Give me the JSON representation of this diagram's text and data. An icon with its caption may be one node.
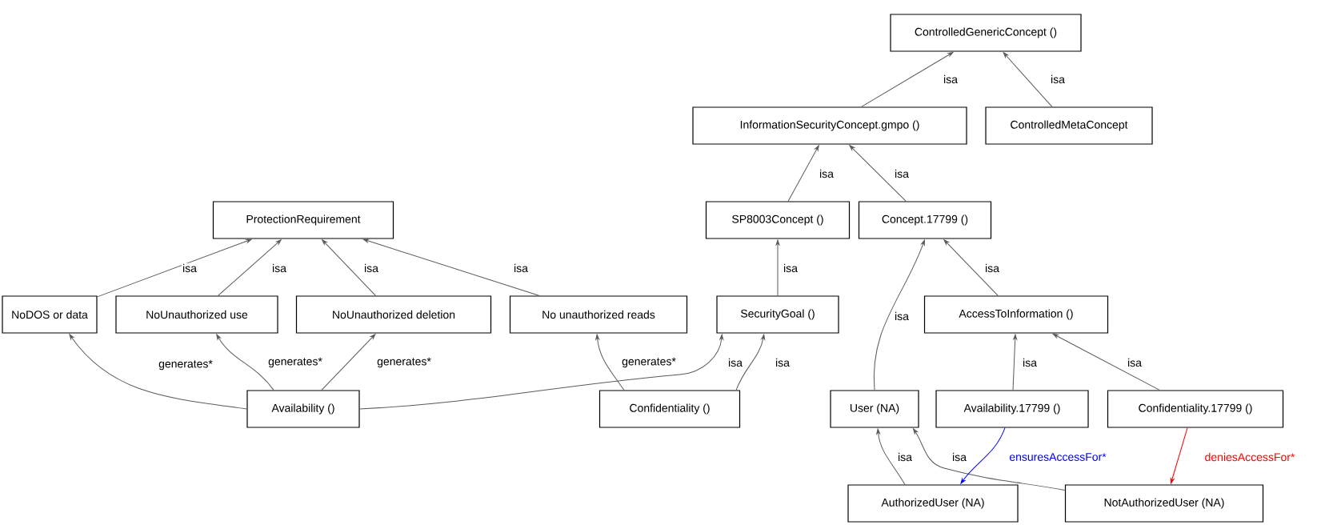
{
  "diagram": {
    "nodes": [
      {
        "text": [
          "ControlledGenericConcept ()"
        ]
      },
      {
        "text": [
          "InformationSecurityConcept.gmpo ()"
        ]
      },
      {
        "text": [
          "ControlledMetaConcept"
        ]
      },
      {
        "text": [
          "ProtectionRequirement"
        ]
      },
      {
        "text": [
          "SP8003Concept ()"
        ]
      },
      {
        "text": [
          "Concept.17799 ()"
        ]
      },
      {
        "text": [
          "NoDOS or data"
        ]
      },
      {
        "text": [
          "NoUnauthorized use"
        ]
      },
      {
        "text": [
          "NoUnauthorized deletion"
        ]
      },
      {
        "text": [
          "No unauthorized reads"
        ]
      },
      {
        "text": [
          "SecurityGoal ()"
        ]
      },
      {
        "text": [
          "AccessToInformation ()"
        ]
      },
      {
        "text": [
          "Availability ()"
        ]
      },
      {
        "text": [
          "Confidentiality ()"
        ]
      },
      {
        "text": [
          "User (NA)"
        ]
      },
      {
        "text": [
          "Availability.17799 ()"
        ]
      },
      {
        "text": [
          "Confidentiality.17799 ()"
        ]
      },
      {
        "text": [
          "AuthorizedUser (NA)"
        ]
      },
      {
        "text": [
          "NotAuthorizedUser (NA)"
        ]
      }
    ],
    "edges": [
      {
        "from": 1,
        "to": 0,
        "arrow": "to",
        "label": "isa"
      },
      {
        "from": 2,
        "to": 0,
        "arrow": "to",
        "label": "isa"
      },
      {
        "from": 4,
        "to": 1,
        "arrow": "to",
        "label": "isa"
      },
      {
        "from": 5,
        "to": 1,
        "arrow": "to",
        "label": "isa"
      },
      {
        "from": 6,
        "to": 3,
        "arrow": "to",
        "label": "isa"
      },
      {
        "from": 7,
        "to": 3,
        "arrow": "to",
        "label": "isa"
      },
      {
        "from": 8,
        "to": 3,
        "arrow": "to",
        "label": "isa"
      },
      {
        "from": 9,
        "to": 3,
        "arrow": "to",
        "label": "isa"
      },
      {
        "from": 10,
        "to": 4,
        "arrow": "to",
        "label": "isa"
      },
      {
        "from": 14,
        "to": 5,
        "arrow": "to",
        "label": "isa"
      },
      {
        "from": 11,
        "to": 5,
        "arrow": "to",
        "label": "isa"
      },
      {
        "from": 15,
        "to": 11,
        "arrow": "to",
        "label": "isa"
      },
      {
        "from": 16,
        "to": 11,
        "arrow": "to",
        "label": "isa"
      },
      {
        "from": 12,
        "to": 10,
        "arrow": "to",
        "label": "isa"
      },
      {
        "from": 13,
        "to": 10,
        "arrow": "to",
        "label": "isa"
      },
      {
        "from": 17,
        "to": 14,
        "arrow": "to",
        "label": "isa"
      },
      {
        "from": 18,
        "to": 14,
        "arrow": "to",
        "label": "isa"
      },
      {
        "from": 12,
        "to": 6,
        "arrow": "to",
        "label": "generates*"
      },
      {
        "from": 12,
        "to": 7,
        "arrow": "to",
        "label": "generates*"
      },
      {
        "from": 12,
        "to": 8,
        "arrow": "to",
        "label": "generates*"
      },
      {
        "from": 13,
        "to": 9,
        "arrow": "to",
        "label": "generates*"
      },
      {
        "from": 15,
        "to": 17,
        "arrow": "to",
        "label": "ensuresAccessFor*",
        "color": "#0000ff"
      },
      {
        "from": 16,
        "to": 18,
        "arrow": "to",
        "label": "deniesAccessFor*",
        "color": "#ff0000"
      }
    ]
  }
}
